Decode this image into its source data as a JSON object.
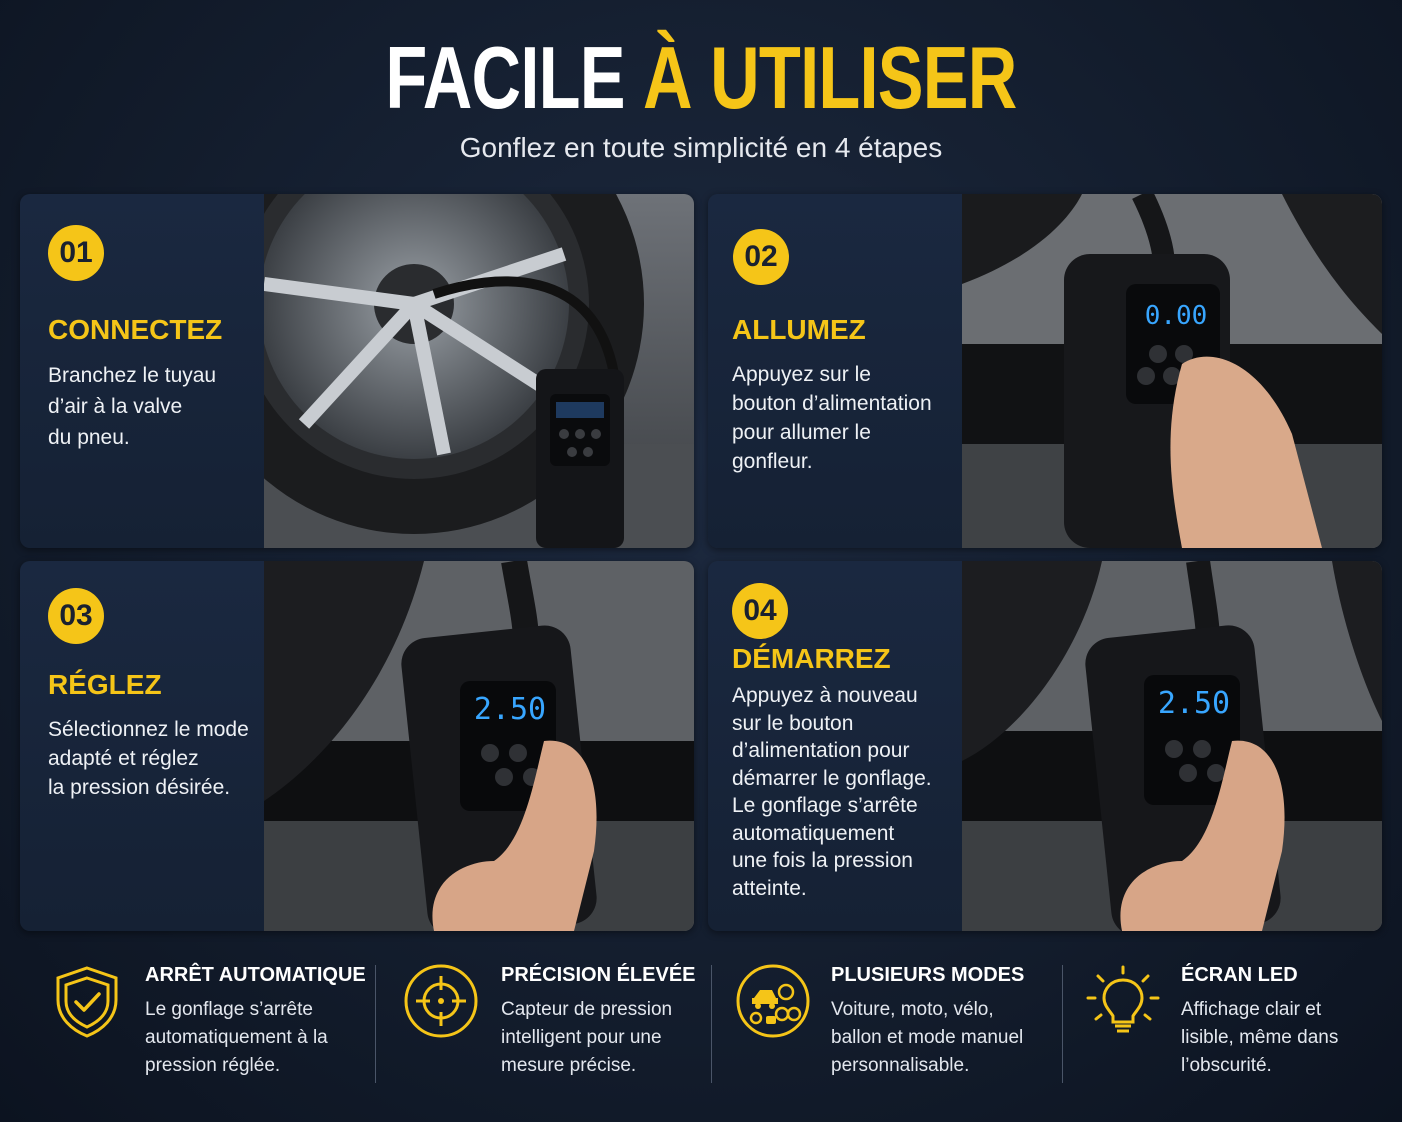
{
  "header": {
    "title_white": "FACILE",
    "title_yellow": "À UTILISER",
    "subtitle": "Gonflez en toute simplicité en 4 étapes"
  },
  "colors": {
    "accent": "#f5c518",
    "background": "#131c2b",
    "card": "#1a2840"
  },
  "steps": [
    {
      "number": "01",
      "title": "CONNECTEZ",
      "lines": [
        "Branchez le tuyau",
        "d’air à la valve",
        "du pneu."
      ],
      "display": ""
    },
    {
      "number": "02",
      "title": "ALLUMEZ",
      "lines": [
        "Appuyez sur le",
        "bouton d’alimentation",
        "pour allumer le",
        "gonfleur."
      ],
      "display": "0.00"
    },
    {
      "number": "03",
      "title": "RÉGLEZ",
      "lines": [
        "Sélectionnez le mode",
        "adapté et réglez",
        "la pression désirée."
      ],
      "display": "2.50"
    },
    {
      "number": "04",
      "title": "DÉMARREZ",
      "lines": [
        "Appuyez à nouveau",
        "sur le bouton",
        "d’alimentation pour",
        "démarrer le gonflage.",
        "Le gonflage s’arrête",
        "automatiquement",
        "une fois la pression",
        "atteinte."
      ],
      "display": "2.50"
    }
  ],
  "features": [
    {
      "icon": "shield-check-icon",
      "title": "ARRÊT AUTOMATIQUE",
      "lines": [
        "Le gonflage s’arrête",
        "automatiquement à la",
        "pression réglée."
      ]
    },
    {
      "icon": "crosshair-icon",
      "title": "PRÉCISION ÉLEVÉE",
      "lines": [
        "Capteur de pression",
        "intelligent pour une",
        "mesure précise."
      ]
    },
    {
      "icon": "modes-icon",
      "title": "PLUSIEURS MODES",
      "lines": [
        "Voiture, moto, vélo,",
        "ballon et mode manuel",
        "personnalisable."
      ]
    },
    {
      "icon": "lightbulb-icon",
      "title": "ÉCRAN LED",
      "lines": [
        "Affichage clair et",
        "lisible, même dans",
        "l’obscurité."
      ]
    }
  ]
}
